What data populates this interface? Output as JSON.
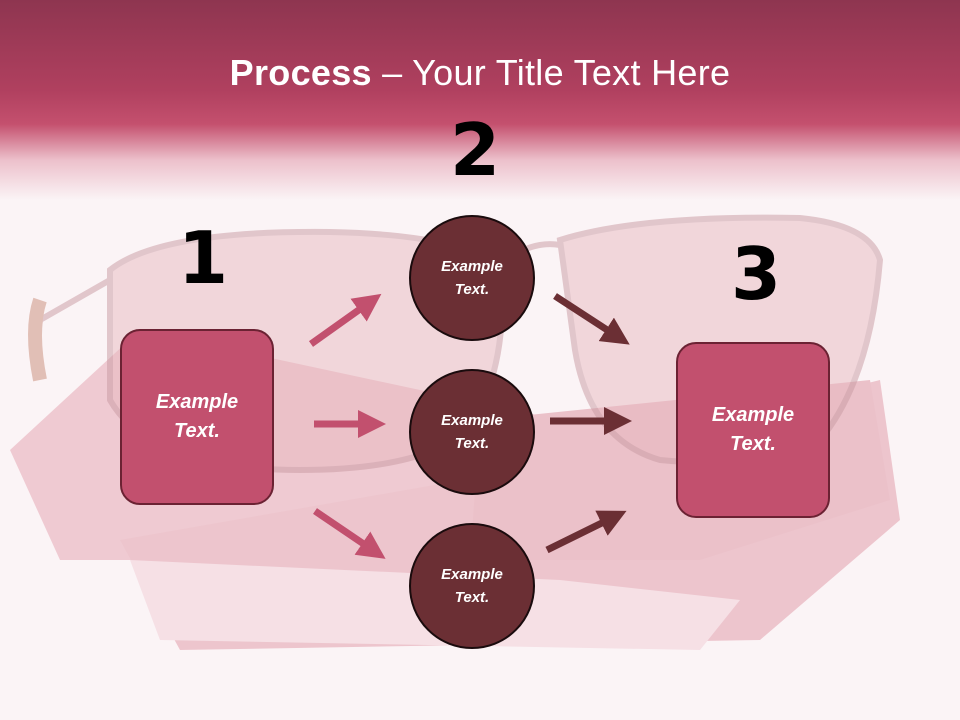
{
  "title": {
    "bold": "Process",
    "rest": " – Your Title Text Here"
  },
  "steps": {
    "one": "1",
    "two": "2",
    "three": "3"
  },
  "boxes": {
    "left": {
      "line1": "Example",
      "line2": "Text."
    },
    "right": {
      "line1": "Example",
      "line2": "Text."
    }
  },
  "circles": [
    {
      "line1": "Example",
      "line2": "Text."
    },
    {
      "line1": "Example",
      "line2": "Text."
    },
    {
      "line1": "Example",
      "line2": "Text."
    }
  ],
  "colors": {
    "accent": "#c2506e",
    "dark": "#6b2f34",
    "header": "#b0405f"
  }
}
